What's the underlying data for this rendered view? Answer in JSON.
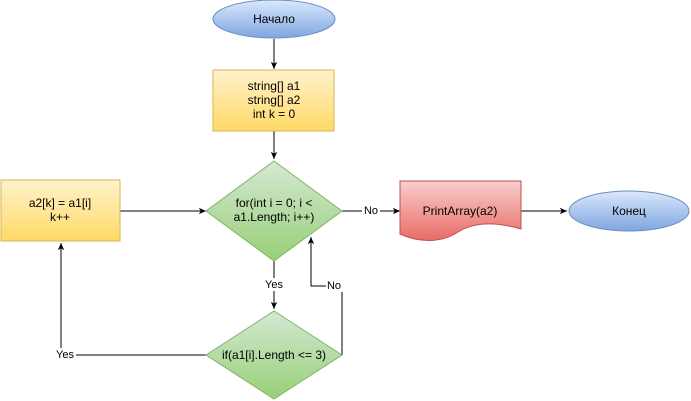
{
  "nodes": {
    "start": {
      "text": "Начало"
    },
    "init": {
      "lines": [
        "string[] a1",
        "string[] a2",
        "int k = 0"
      ]
    },
    "loop": {
      "lines": [
        "for(int i = 0; i <",
        "a1.Length; i++)"
      ]
    },
    "assign": {
      "lines": [
        "a2[k] = a1[i]",
        "k++"
      ]
    },
    "condition": {
      "text": "if(a1[i].Length <= 3)"
    },
    "print": {
      "text": "PrintArray(a2)"
    },
    "end": {
      "text": "Конец"
    }
  },
  "edges": {
    "loop_no": "No",
    "loop_yes": "Yes",
    "cond_no": "No",
    "cond_yes": "Yes"
  },
  "colors": {
    "terminal_fill": "#dae8fc",
    "terminal_stroke": "#6c8ebf",
    "process_fill": "#fff2cc",
    "process_stroke": "#d6b656",
    "decision_fill": "#d5e8d4",
    "decision_stroke": "#82b366",
    "output_fill": "#f8cecc",
    "output_stroke": "#b85450"
  }
}
